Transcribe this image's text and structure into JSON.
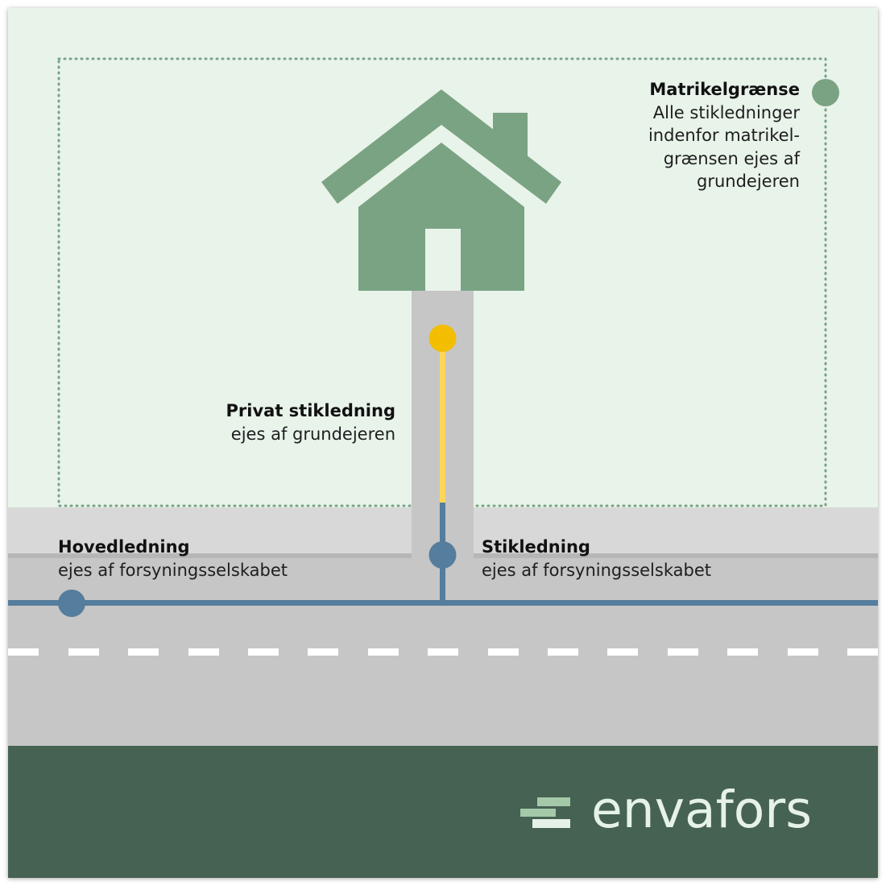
{
  "colors": {
    "frame_bg": "#e8f3ea",
    "house": "#7aa383",
    "boundary": "#7aa383",
    "sidewalk": "#d8d8d8",
    "road": "#c6c6c6",
    "driveway": "#c6c6c6",
    "pipe_company": "#557d9d",
    "pipe_private": "#ffd55a",
    "private_node": "#f3bd00",
    "footer": "#466252",
    "brand_text": "#e6f2e8",
    "brand_mark": "#a3c9a9",
    "lane_mark": "#ffffff"
  },
  "icons": [
    "house-icon",
    "brand-logo-mark"
  ],
  "labels": {
    "matrikel": {
      "title": "Matrikelgrænse",
      "lines": [
        "Alle stikledninger",
        "indenfor matrikel-",
        "grænsen ejes af",
        "grundejeren"
      ]
    },
    "privat": {
      "title": "Privat stikledning",
      "desc": "ejes af grundejeren"
    },
    "hoved": {
      "title": "Hovedledning",
      "desc": "ejes af forsyningsselskabet"
    },
    "stik": {
      "title": "Stikledning",
      "desc": "ejes af forsyningsselskabet"
    }
  },
  "brand": {
    "name": "envafors"
  }
}
